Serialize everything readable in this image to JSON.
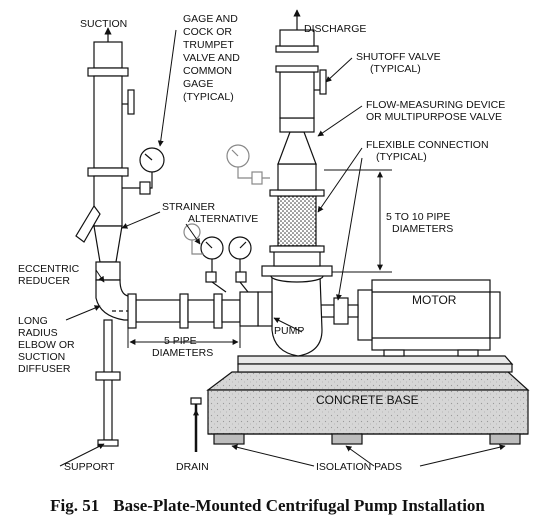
{
  "labels": {
    "suction": "SUCTION",
    "gage_line1": "GAGE AND",
    "gage_line2": "COCK OR",
    "gage_line3": "TRUMPET",
    "gage_line4": "VALVE AND",
    "gage_line5": "COMMON",
    "gage_line6": "GAGE",
    "gage_line7": "(TYPICAL)",
    "discharge": "DISCHARGE",
    "shutoff_line1": "SHUTOFF VALVE",
    "shutoff_line2": "(TYPICAL)",
    "flow_line1": "FLOW-MEASURING DEVICE",
    "flow_line2": "OR MULTIPURPOSE VALVE",
    "flexible_line1": "FLEXIBLE CONNECTION",
    "flexible_line2": "(TYPICAL)",
    "strainer": "STRAINER",
    "alternative": "ALTERNATIVE",
    "pipe_dia_line1": "5 TO 10 PIPE",
    "pipe_dia_line2": "DIAMETERS",
    "eccentric_line1": "ECCENTRIC",
    "eccentric_line2": "REDUCER",
    "motor": "MOTOR",
    "pump": "PUMP",
    "long_line1": "LONG",
    "long_line2": "RADIUS",
    "long_line3": "ELBOW OR",
    "long_line4": "SUCTION",
    "long_line5": "DIFFUSER",
    "five_pipe_line1": "5 PIPE",
    "five_pipe_line2": "DIAMETERS",
    "concrete_base": "CONCRETE BASE",
    "support": "SUPPORT",
    "drain": "DRAIN",
    "isolation_pads": "ISOLATION PADS"
  },
  "caption": {
    "figure_number": "Fig. 51",
    "title": "Base-Plate-Mounted Centrifugal Pump Installation"
  },
  "colors": {
    "ink": "#111111",
    "base_fill": "#d9d9d9",
    "pipe_fill": "#ffffff",
    "pad_fill": "#bdbdbd",
    "ghost": "#888888"
  }
}
